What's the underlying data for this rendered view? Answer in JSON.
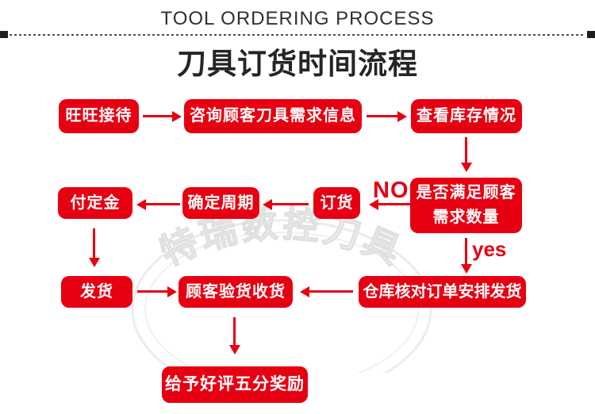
{
  "page": {
    "title_en": "TOOL ORDERING PROCESS",
    "title_cn": "刀具订货时间流程"
  },
  "watermark": {
    "text": "特瑞数控刀具"
  },
  "colors": {
    "accent_red": "#e60012",
    "title_black": "#252525",
    "watermark_gray": "#e8e8e8",
    "node_text": "#ffffff"
  },
  "flowchart": {
    "nodes": [
      {
        "id": "reception",
        "label": "旺旺接待"
      },
      {
        "id": "consult",
        "label": "咨询顾客刀具需求信息"
      },
      {
        "id": "check-stock",
        "label": "查看库存情况"
      },
      {
        "id": "stock-decision",
        "label": "是否满足顾客需求数量"
      },
      {
        "id": "order",
        "label": "订货"
      },
      {
        "id": "confirm-cycle",
        "label": "确定周期"
      },
      {
        "id": "pay-deposit",
        "label": "付定金"
      },
      {
        "id": "ship",
        "label": "发货"
      },
      {
        "id": "customer-receive",
        "label": "顾客验货收货"
      },
      {
        "id": "warehouse-arrange",
        "label": "仓库核对订单安排发货"
      },
      {
        "id": "review-reward",
        "label": "给予好评五分奖励"
      }
    ],
    "edge_labels": {
      "no": "NO",
      "yes": "yes"
    },
    "edges": [
      {
        "from": "reception",
        "to": "consult"
      },
      {
        "from": "consult",
        "to": "check-stock"
      },
      {
        "from": "check-stock",
        "to": "stock-decision"
      },
      {
        "from": "stock-decision",
        "to": "order",
        "label": "NO"
      },
      {
        "from": "order",
        "to": "confirm-cycle"
      },
      {
        "from": "confirm-cycle",
        "to": "pay-deposit"
      },
      {
        "from": "pay-deposit",
        "to": "ship"
      },
      {
        "from": "stock-decision",
        "to": "warehouse-arrange",
        "label": "yes"
      },
      {
        "from": "ship",
        "to": "customer-receive"
      },
      {
        "from": "warehouse-arrange",
        "to": "customer-receive"
      },
      {
        "from": "customer-receive",
        "to": "review-reward"
      }
    ]
  }
}
